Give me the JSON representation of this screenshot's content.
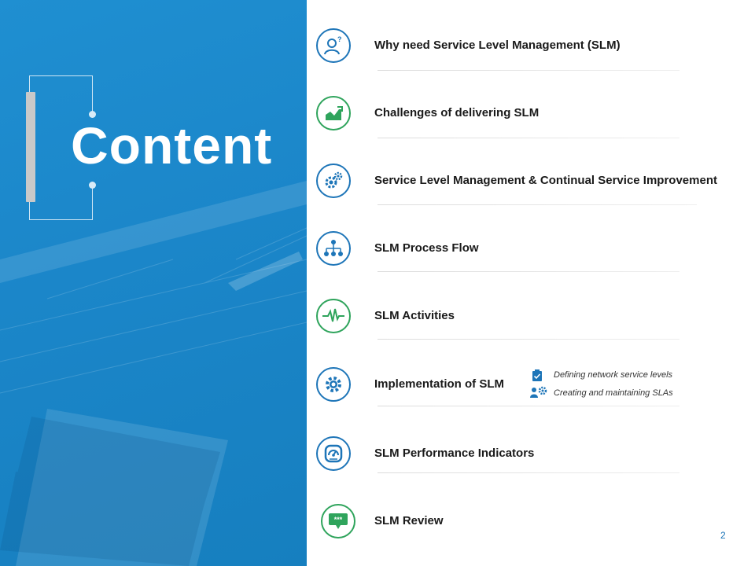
{
  "slide": {
    "title": "Content",
    "page_number": "2"
  },
  "items": [
    {
      "label": "Why need Service Level Management (SLM)",
      "icon": "user-question-icon"
    },
    {
      "label": "Challenges of delivering SLM",
      "icon": "growth-chart-icon"
    },
    {
      "label": "Service Level Management & Continual Service Improvement",
      "icon": "gears-icon"
    },
    {
      "label": "SLM Process Flow",
      "icon": "hierarchy-icon"
    },
    {
      "label": "SLM Activities",
      "icon": "pulse-icon"
    },
    {
      "label": "Implementation of SLM",
      "icon": "gear-icon"
    },
    {
      "label": "SLM Performance Indicators",
      "icon": "gauge-icon"
    },
    {
      "label": "SLM Review",
      "icon": "chat-bubble-icon"
    }
  ],
  "implementation_sub": [
    {
      "label": "Defining network service levels",
      "icon": "clipboard-check-icon"
    },
    {
      "label": "Creating and maintaining SLAs",
      "icon": "people-gear-icon"
    }
  ],
  "colors": {
    "left_panel": "#1b86c9",
    "icon_blue": "#1d75b8",
    "icon_green": "#2fa45c",
    "text": "#1a1a1a"
  }
}
